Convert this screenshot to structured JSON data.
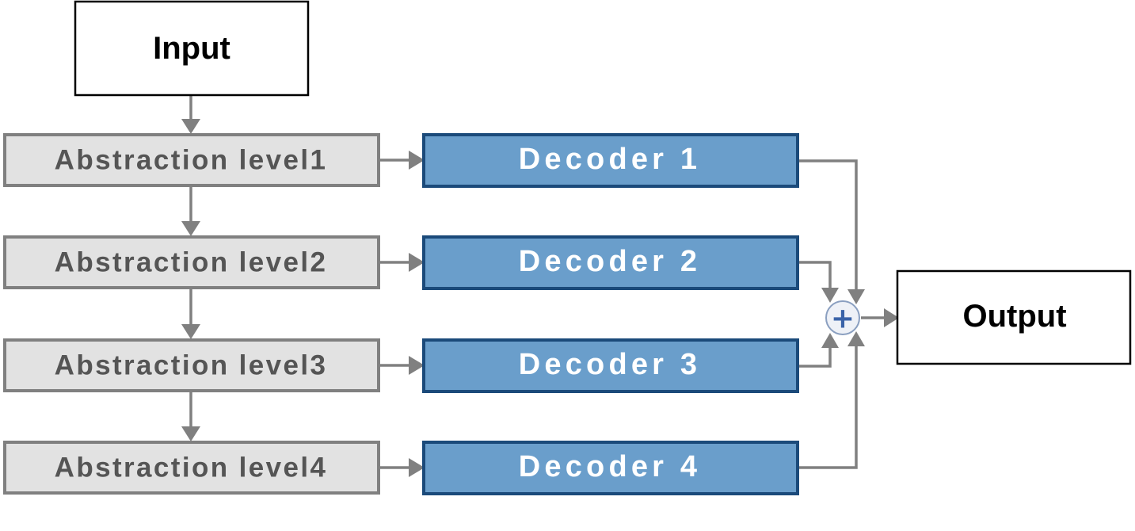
{
  "diagram": {
    "input": {
      "label": "Input"
    },
    "output": {
      "label": "Output"
    },
    "abstraction_levels": [
      {
        "label": "Abstraction level1"
      },
      {
        "label": "Abstraction level2"
      },
      {
        "label": "Abstraction level3"
      },
      {
        "label": "Abstraction level4"
      }
    ],
    "decoders": [
      {
        "label": "Decoder 1"
      },
      {
        "label": "Decoder 2"
      },
      {
        "label": "Decoder 3"
      },
      {
        "label": "Decoder 4"
      }
    ],
    "sum_node": {
      "symbol": "+"
    },
    "colors": {
      "decoder_fill": "#6a9ecb",
      "decoder_border": "#1b4a7a",
      "abstraction_fill": "#e2e2e2",
      "abstraction_border": "#808080",
      "abstraction_text": "#555555",
      "connector": "#808080",
      "sum_plus": "#3a63a8"
    }
  }
}
